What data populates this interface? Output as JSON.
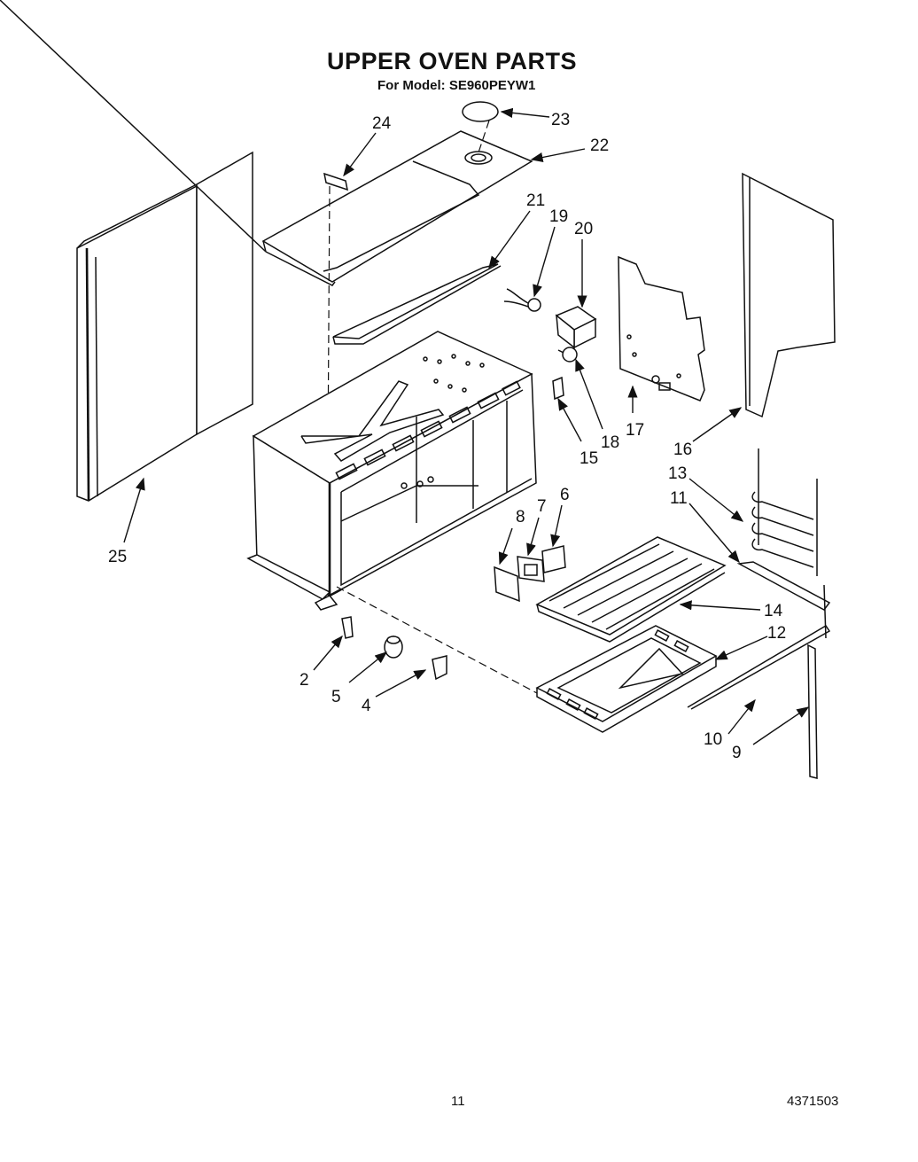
{
  "header": {
    "title": "UPPER OVEN PARTS",
    "subtitle": "For Model: SE960PEYW1"
  },
  "callouts": {
    "c2": "2",
    "c4": "4",
    "c5": "5",
    "c6": "6",
    "c7": "7",
    "c8": "8",
    "c9": "9",
    "c10": "10",
    "c11": "11",
    "c12": "12",
    "c13": "13",
    "c14": "14",
    "c15": "15",
    "c16": "16",
    "c17": "17",
    "c18": "18",
    "c19": "19",
    "c20": "20",
    "c21": "21",
    "c22": "22",
    "c23": "23",
    "c24": "24",
    "c25": "25"
  },
  "footer": {
    "page_number": "11",
    "document_code": "4371503"
  }
}
